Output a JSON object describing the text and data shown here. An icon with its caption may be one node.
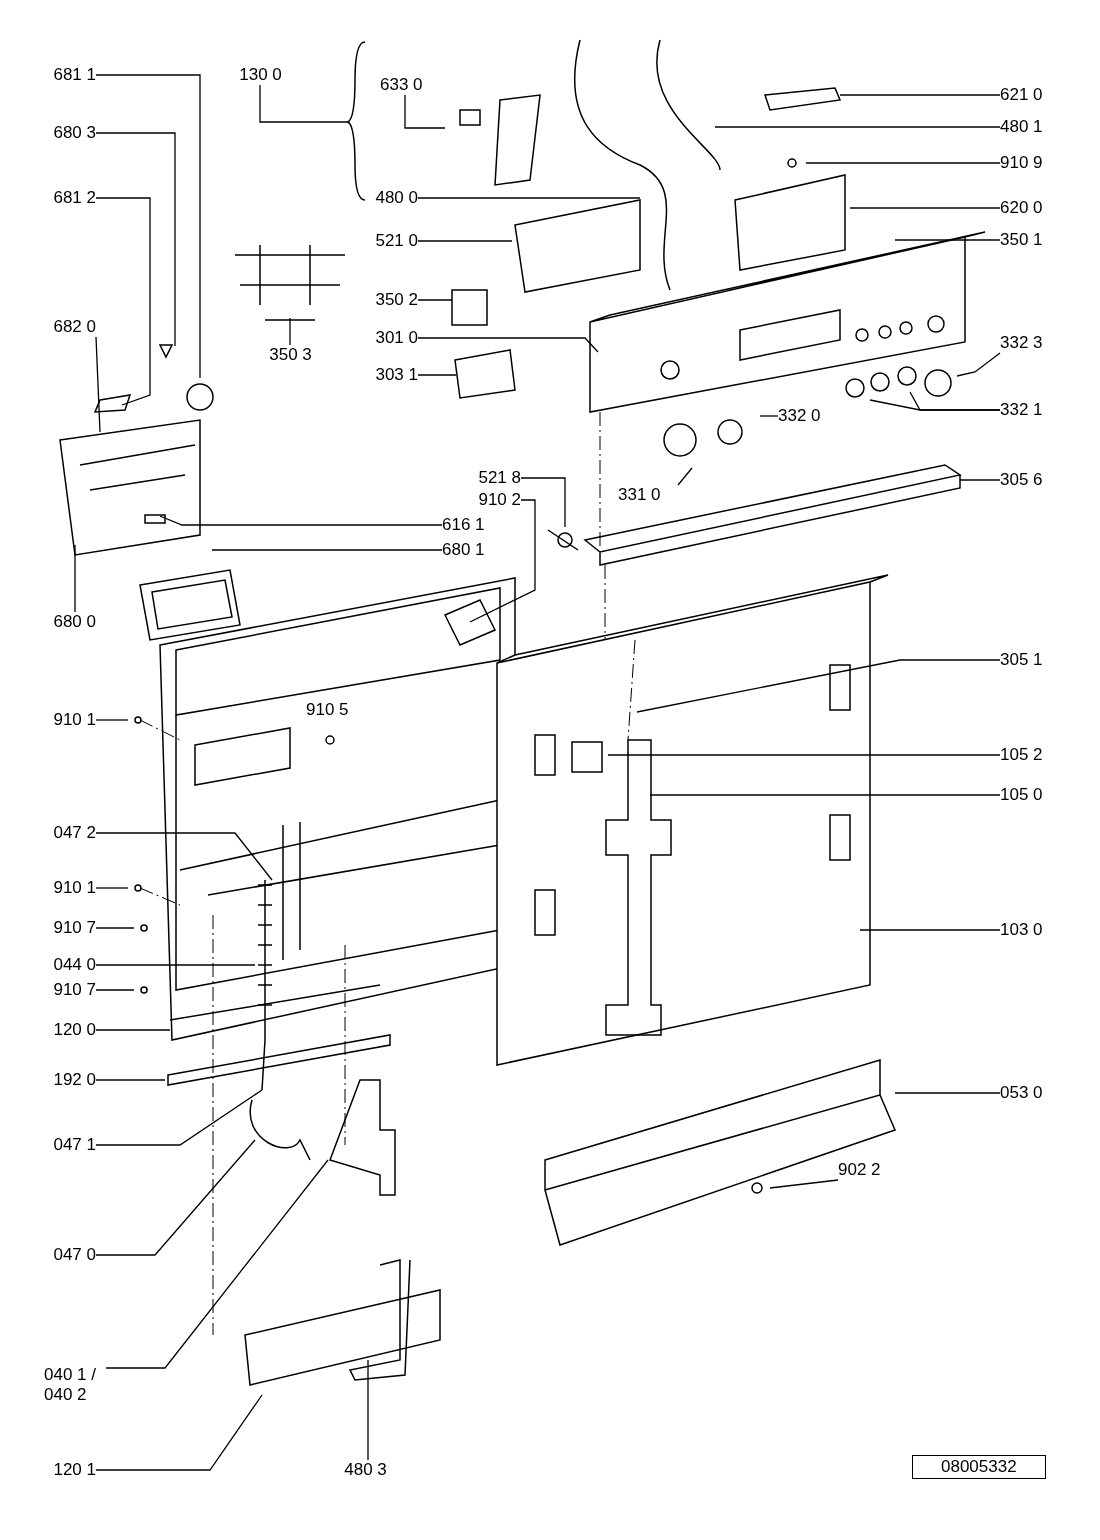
{
  "diagram": {
    "nodes": [
      {
        "text": [
          "681 1"
        ]
      },
      {
        "text": [
          "130 0"
        ]
      },
      {
        "text": [
          "633 0"
        ]
      },
      {
        "text": [
          "680 3"
        ]
      },
      {
        "text": [
          "681 2"
        ]
      },
      {
        "text": [
          "480 0"
        ]
      },
      {
        "text": [
          "521 0"
        ]
      },
      {
        "text": [
          "350 2"
        ]
      },
      {
        "text": [
          "350 3"
        ]
      },
      {
        "text": [
          "301 0"
        ]
      },
      {
        "text": [
          "682 0"
        ]
      },
      {
        "text": [
          "303 1"
        ]
      },
      {
        "text": [
          "521 8"
        ]
      },
      {
        "text": [
          "910 2"
        ]
      },
      {
        "text": [
          "616 1"
        ]
      },
      {
        "text": [
          "680 1"
        ]
      },
      {
        "text": [
          "680 0"
        ]
      },
      {
        "text": [
          "910 1"
        ]
      },
      {
        "text": [
          "047 2"
        ]
      },
      {
        "text": [
          "910 1"
        ]
      },
      {
        "text": [
          "910 7"
        ]
      },
      {
        "text": [
          "044 0"
        ]
      },
      {
        "text": [
          "910 7"
        ]
      },
      {
        "text": [
          "120 0"
        ]
      },
      {
        "text": [
          "192 0"
        ]
      },
      {
        "text": [
          "047 1"
        ]
      },
      {
        "text": [
          "047 0"
        ]
      },
      {
        "text": [
          "040 1 / 040 2"
        ]
      },
      {
        "text": [
          "120 1"
        ]
      },
      {
        "text": [
          "480 3"
        ]
      },
      {
        "text": [
          "621 0"
        ]
      },
      {
        "text": [
          "480 1"
        ]
      },
      {
        "text": [
          "910 9"
        ]
      },
      {
        "text": [
          "620 0"
        ]
      },
      {
        "text": [
          "350 1"
        ]
      },
      {
        "text": [
          "332 3"
        ]
      },
      {
        "text": [
          "332 0"
        ]
      },
      {
        "text": [
          "332 1"
        ]
      },
      {
        "text": [
          "331 0"
        ]
      },
      {
        "text": [
          "305 6"
        ]
      },
      {
        "text": [
          "305 1"
        ]
      },
      {
        "text": [
          "105 2"
        ]
      },
      {
        "text": [
          "105 0"
        ]
      },
      {
        "text": [
          "103 0"
        ]
      },
      {
        "text": [
          "053 0"
        ]
      },
      {
        "text": [
          "902 2"
        ]
      },
      {
        "text": [],
        "shape": "bracket"
      }
    ],
    "edges": [
      {
        "from": 0,
        "to": null,
        "arrow": "none"
      },
      {
        "from": 1,
        "to": 46,
        "arrow": "none"
      },
      {
        "from": 2,
        "to": null,
        "arrow": "none"
      },
      {
        "from": 3,
        "to": null,
        "arrow": "none"
      },
      {
        "from": 4,
        "to": null,
        "arrow": "none"
      },
      {
        "from": 5,
        "to": null,
        "arrow": "none"
      },
      {
        "from": 6,
        "to": null,
        "arrow": "none"
      },
      {
        "from": 7,
        "to": null,
        "arrow": "none"
      },
      {
        "from": 8,
        "to": null,
        "arrow": "none"
      },
      {
        "from": 9,
        "to": null,
        "arrow": "none"
      },
      {
        "from": 10,
        "to": null,
        "arrow": "none"
      },
      {
        "from": 11,
        "to": null,
        "arrow": "none"
      },
      {
        "from": 12,
        "to": null,
        "arrow": "none"
      },
      {
        "from": 13,
        "to": null,
        "arrow": "none"
      },
      {
        "from": 14,
        "to": null,
        "arrow": "none"
      },
      {
        "from": 15,
        "to": null,
        "arrow": "none"
      },
      {
        "from": 16,
        "to": null,
        "arrow": "none"
      },
      {
        "from": 17,
        "to": null,
        "arrow": "none"
      },
      {
        "from": 18,
        "to": null,
        "arrow": "none"
      },
      {
        "from": 19,
        "to": null,
        "arrow": "none"
      },
      {
        "from": 20,
        "to": null,
        "arrow": "none"
      },
      {
        "from": 21,
        "to": null,
        "arrow": "none"
      },
      {
        "from": 22,
        "to": null,
        "arrow": "none"
      },
      {
        "from": 23,
        "to": null,
        "arrow": "none"
      },
      {
        "from": 24,
        "to": null,
        "arrow": "none"
      },
      {
        "from": 25,
        "to": null,
        "arrow": "none"
      },
      {
        "from": 26,
        "to": null,
        "arrow": "none"
      },
      {
        "from": 27,
        "to": null,
        "arrow": "none"
      },
      {
        "from": 28,
        "to": null,
        "arrow": "none"
      },
      {
        "from": 29,
        "to": null,
        "arrow": "none"
      },
      {
        "from": 30,
        "to": null,
        "arrow": "none"
      },
      {
        "from": 31,
        "to": null,
        "arrow": "none"
      },
      {
        "from": 32,
        "to": null,
        "arrow": "none"
      },
      {
        "from": 33,
        "to": null,
        "arrow": "none"
      },
      {
        "from": 34,
        "to": null,
        "arrow": "none"
      },
      {
        "from": 35,
        "to": null,
        "arrow": "none"
      },
      {
        "from": 36,
        "to": null,
        "arrow": "none"
      },
      {
        "from": 37,
        "to": null,
        "arrow": "none"
      },
      {
        "from": 37,
        "to": null,
        "arrow": "none"
      },
      {
        "from": 38,
        "to": null,
        "arrow": "none"
      },
      {
        "from": 39,
        "to": null,
        "arrow": "none"
      },
      {
        "from": 40,
        "to": null,
        "arrow": "none"
      },
      {
        "from": 41,
        "to": null,
        "arrow": "none"
      },
      {
        "from": 42,
        "to": null,
        "arrow": "none"
      },
      {
        "from": 43,
        "to": null,
        "arrow": "none"
      },
      {
        "from": 44,
        "to": null,
        "arrow": "none"
      },
      {
        "from": 45,
        "to": null,
        "arrow": "none"
      }
    ],
    "labels": [
      "910 5",
      "08005332"
    ]
  }
}
